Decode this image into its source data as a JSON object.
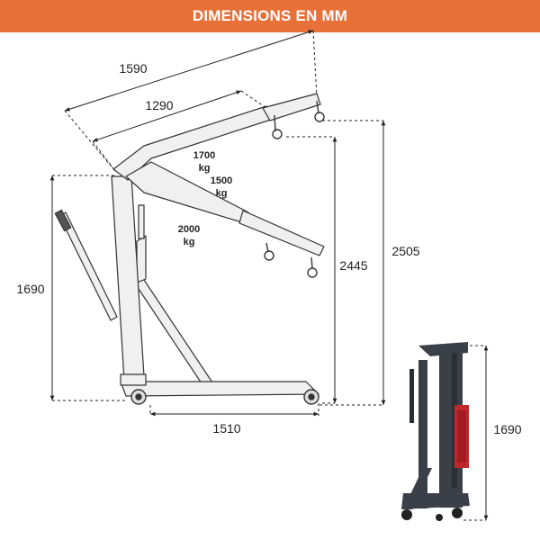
{
  "header": {
    "title": "DIMENSIONS EN MM"
  },
  "dimensions": {
    "boom_extended": "1590",
    "boom_retracted": "1290",
    "height_left": "1690",
    "height_mid": "2445",
    "height_right": "2505",
    "base_length": "1510",
    "folded_height": "1690"
  },
  "capacities": [
    {
      "value": "1700",
      "unit": "kg"
    },
    {
      "value": "1500",
      "unit": "kg"
    },
    {
      "value": "2000",
      "unit": "kg"
    }
  ],
  "colors": {
    "banner": "#e8713a",
    "crane_fill": "#f0f0f0",
    "crane_stroke": "#333333",
    "photo_dark": "#3b4048",
    "photo_red": "#c0282c"
  }
}
